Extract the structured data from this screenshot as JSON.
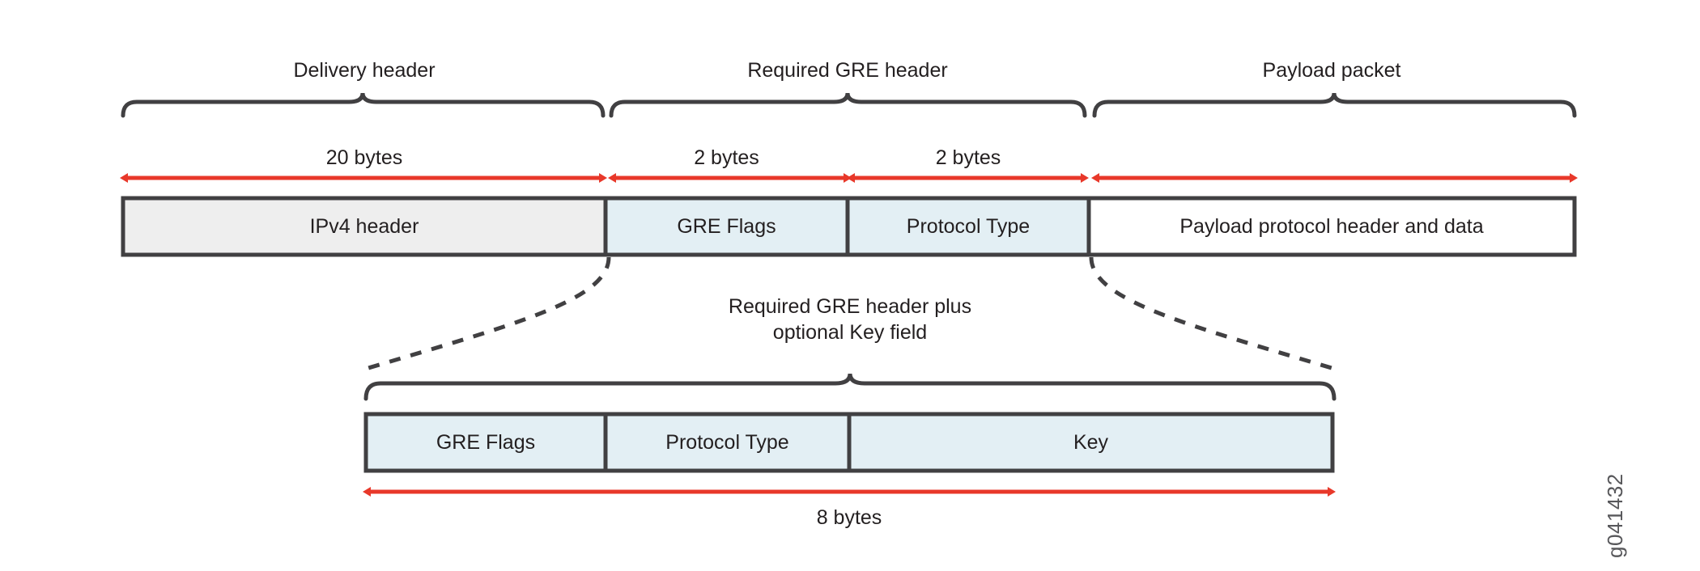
{
  "diagram": {
    "title_watermark": "g041432",
    "colors": {
      "arrow_red": "#e8382a",
      "brace_gray": "#414042",
      "cell_border": "#414042",
      "ipv4_fill": "#eeeeee",
      "gre_fill": "#e3eff4",
      "payload_fill": "#ffffff",
      "text": "#231f20",
      "watermark": "#58585b"
    },
    "top_braces": [
      {
        "label": "Delivery header"
      },
      {
        "label": "Required GRE header"
      },
      {
        "label": "Payload packet"
      }
    ],
    "size_labels": [
      {
        "label": "20 bytes"
      },
      {
        "label": "2 bytes"
      },
      {
        "label": "2 bytes"
      }
    ],
    "top_row_cells": [
      {
        "label": "IPv4 header",
        "fill": "ipv4"
      },
      {
        "label": "GRE Flags",
        "fill": "gre"
      },
      {
        "label": "Protocol Type",
        "fill": "gre"
      },
      {
        "label": "Payload protocol header and data",
        "fill": "payload"
      }
    ],
    "callout": {
      "line1": "Required GRE header plus",
      "line2": "optional Key field"
    },
    "bottom_row_cells": [
      {
        "label": "GRE Flags",
        "fill": "gre"
      },
      {
        "label": "Protocol Type",
        "fill": "gre"
      },
      {
        "label": "Key",
        "fill": "gre"
      }
    ],
    "bottom_size_label": "8 bytes"
  }
}
